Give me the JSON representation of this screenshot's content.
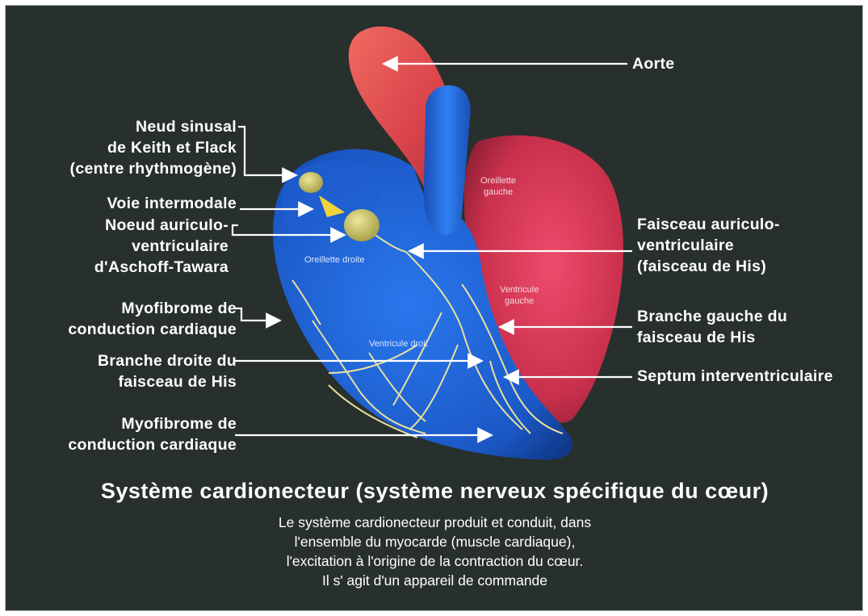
{
  "labels": {
    "aorte": "Aorte",
    "neud_sinusal": [
      "Neud sinusal",
      "de Keith et Flack",
      "(centre rhythmogène)"
    ],
    "voie_intermodale": "Voie intermodale",
    "noeud_av": [
      "Noeud auriculo-",
      "ventriculaire",
      "d'Aschoff-Tawara"
    ],
    "myofibrome_1": [
      "Myofibrome de",
      "conduction cardiaque"
    ],
    "branche_droite": [
      "Branche droite du",
      "faisceau de His"
    ],
    "myofibrome_2": [
      "Myofibrome de",
      "conduction cardiaque"
    ],
    "faisceau_av": [
      "Faisceau auriculo-",
      "ventriculaire",
      "(faisceau de His)"
    ],
    "branche_gauche": [
      "Branche gauche du",
      "faisceau de His"
    ],
    "septum": "Septum interventriculaire"
  },
  "inner_labels": {
    "oreillette_gauche": [
      "Oreillette",
      "gauche"
    ],
    "oreillette_droite": "Oreillette droite",
    "ventricule_gauche": [
      "Ventricule",
      "gauche"
    ],
    "ventricule_droit": "Ventricule droit"
  },
  "caption": {
    "title": "Système cardionecteur (système nerveux spécifique du cœur)",
    "lines": [
      "Le système cardionecteur produit et conduit, dans",
      "l'ensemble du myocarde (muscle cardiaque),",
      "l'excitation à l'origine de la contraction du cœur.",
      "Il s' agit d'un appareil de commande"
    ]
  },
  "colors": {
    "background": "#27302d",
    "aorta": "#e04a4e",
    "left_heart": "#d23a55",
    "right_heart": "#1e63d2",
    "conduction": "#e8e0a0",
    "node": "#c9c06a"
  }
}
